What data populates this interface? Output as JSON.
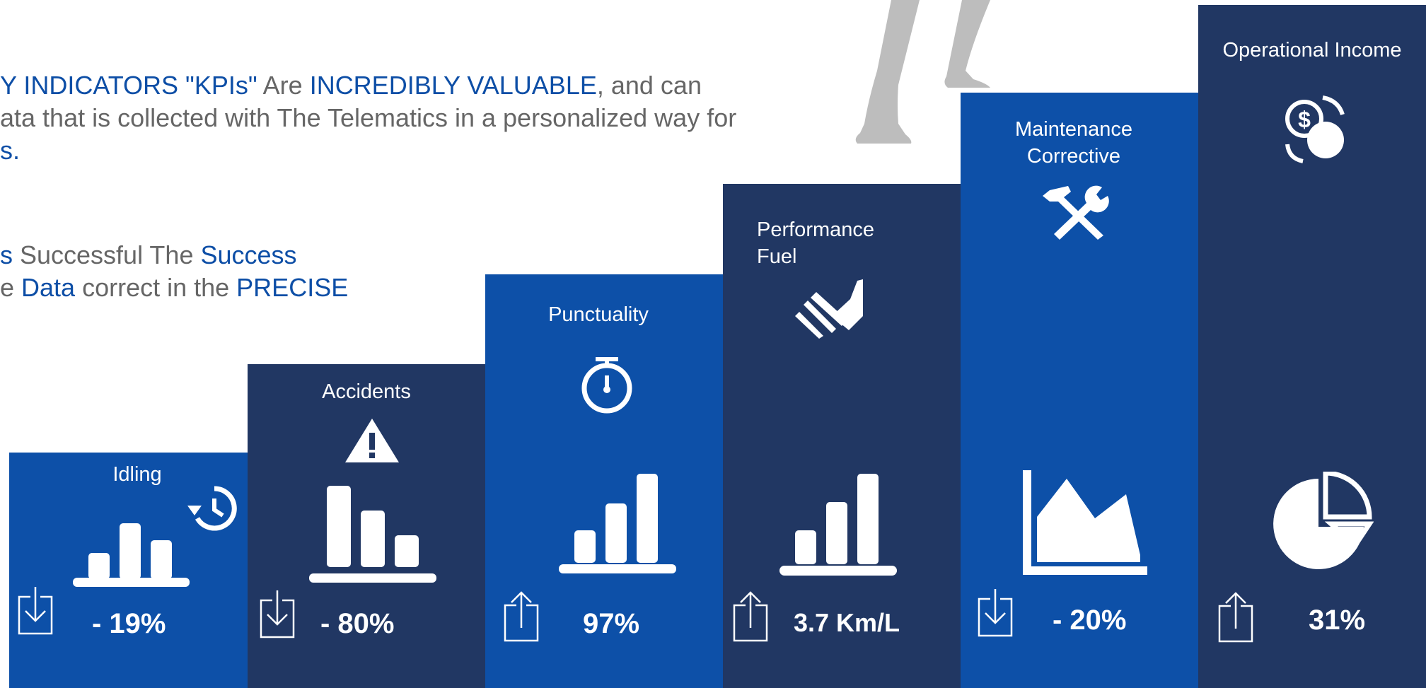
{
  "intro": {
    "line1_a": "Y INDICATORS \"KPIs\"",
    "line1_b": " Are ",
    "line1_c": "INCREDIBLY VALUABLE",
    "line1_d": ", and can",
    "line2": "ata that is collected with The Telematics in a personalized way for",
    "line3": "s."
  },
  "intro2": {
    "line1_a": "s",
    "line1_b": " Successful The ",
    "line1_c": "Success",
    "line2_a": "e ",
    "line2_b": "Data",
    "line2_c": " correct in the ",
    "line2_d": "PRECISE"
  },
  "colors": {
    "light_blue": "#0d50a8",
    "dark_navy": "#213763",
    "text_highlight": "#0d4ea6",
    "text_gray": "#666666"
  },
  "kpis": [
    {
      "label": "Idling",
      "value": "- 19%",
      "trend": "down",
      "icon": "history-icon",
      "chart": "bar-chart-icon"
    },
    {
      "label": "Accidents",
      "value": "- 80%",
      "trend": "down",
      "icon": "warning-icon",
      "chart": "bar-chart-descending-icon"
    },
    {
      "label": "Punctuality",
      "value": "97%",
      "trend": "up",
      "icon": "stopwatch-icon",
      "chart": "bar-chart-ascending-icon"
    },
    {
      "label": "Performance Fuel",
      "label_l1": "Performance",
      "label_l2": "Fuel",
      "value": "3.7 Km/L",
      "trend": "up",
      "icon": "fuel-nozzle-icon",
      "chart": "bar-chart-ascending-icon"
    },
    {
      "label": "Maintenance Corrective",
      "label_l1": "Maintenance",
      "label_l2": "Corrective",
      "value": "- 20%",
      "trend": "down",
      "icon": "tools-icon",
      "chart": "area-chart-icon"
    },
    {
      "label": "Operational Income",
      "value": "31%",
      "trend": "up",
      "icon": "money-cycle-icon",
      "chart": "pie-chart-icon"
    }
  ]
}
